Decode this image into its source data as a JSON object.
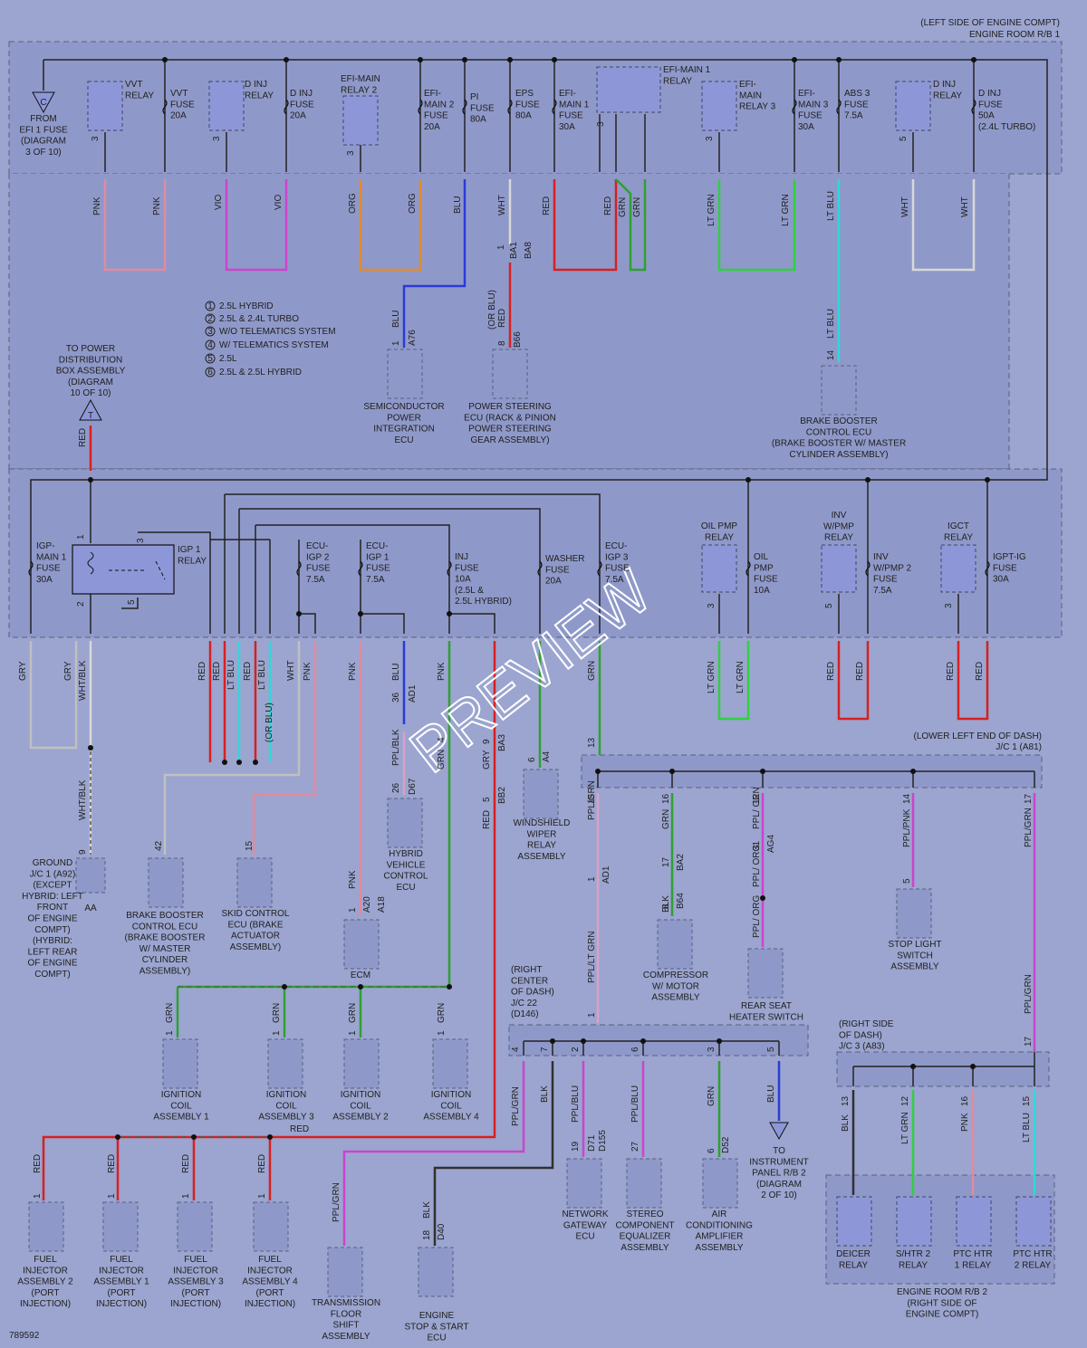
{
  "header": {
    "location": "(LEFT SIDE OF ENGINE COMPT)",
    "box_name": "ENGINE ROOM R/B 1"
  },
  "top_row": {
    "from_label": [
      "FROM",
      "EFI 1 FUSE",
      "(DIAGRAM",
      "3 OF 10)"
    ],
    "from_connector": "C",
    "vvt_relay": [
      "VVT",
      "RELAY"
    ],
    "vvt_fuse": [
      "VVT",
      "FUSE",
      "20A"
    ],
    "dinj_relay": [
      "D INJ",
      "RELAY"
    ],
    "dinj_fuse": [
      "D INJ",
      "FUSE",
      "20A"
    ],
    "efi_main_relay2": [
      "EFI-MAIN",
      "RELAY 2"
    ],
    "efi_main2_fuse": [
      "EFI-",
      "MAIN 2",
      "FUSE",
      "20A"
    ],
    "pi_fuse": [
      "PI",
      "FUSE",
      "80A"
    ],
    "eps_fuse": [
      "EPS",
      "FUSE",
      "80A"
    ],
    "efi_main1_fuse": [
      "EFI-",
      "MAIN 1",
      "FUSE",
      "30A"
    ],
    "efi_main1_relay": [
      "EFI-MAIN 1",
      "RELAY"
    ],
    "efi_main_relay3": [
      "EFI-",
      "MAIN",
      "RELAY 3"
    ],
    "efi_main3_fuse": [
      "EFI-",
      "MAIN 3",
      "FUSE",
      "30A"
    ],
    "abs3_fuse": [
      "ABS 3",
      "FUSE",
      "7.5A"
    ],
    "dinj_relay2": [
      "D INJ",
      "RELAY"
    ],
    "dinj_fuse2": [
      "D INJ",
      "FUSE",
      "50A",
      "(2.4L TURBO)"
    ]
  },
  "wire_colors": {
    "pnk": "PNK",
    "vio": "VIO",
    "org": "ORG",
    "blu": "BLU",
    "wht": "WHT",
    "red": "RED",
    "grn": "GRN",
    "lt_grn": "LT GRN",
    "lt_blu": "LT BLU",
    "gry": "GRY",
    "wht_blk": "WHT/BLK",
    "ppl_blk": "PPL/BLK",
    "ppl_grn": "PPL/GRN",
    "ppl_lt_grn": "PPL/LT GRN",
    "ppl_pnk": "PPL/PNK",
    "ppl_grn2": "PPL/ GRN",
    "ppl_org": "PPL/ ORG",
    "ppl_blu": "PPL/BLU",
    "blk": "BLK",
    "or_blu": "(OR BLU)",
    "or_blu_red": "(OR BLU) RED"
  },
  "legend": [
    {
      "num": "1",
      "text": "2.5L HYBRID"
    },
    {
      "num": "2",
      "text": "2.5L & 2.4L TURBO"
    },
    {
      "num": "3",
      "text": "W/O TELEMATICS SYSTEM"
    },
    {
      "num": "4",
      "text": "W/ TELEMATICS SYSTEM"
    },
    {
      "num": "5",
      "text": "2.5L"
    },
    {
      "num": "6",
      "text": "2.5L & 2.5L HYBRID"
    }
  ],
  "components_mid": {
    "semiconductor": [
      "SEMICONDUCTOR",
      "POWER",
      "INTEGRATION",
      "ECU"
    ],
    "power_steering": [
      "POWER STEERING",
      "ECU (RACK & PINION",
      "POWER STEERING",
      "GEAR ASSEMBLY)"
    ],
    "brake_booster_top": [
      "BRAKE BOOSTER",
      "CONTROL ECU",
      "(BRAKE BOOSTER W/ MASTER",
      "CYLINDER ASSEMBLY)"
    ],
    "to_power_dist": [
      "TO POWER",
      "DISTRIBUTION",
      "BOX ASSEMBLY",
      "(DIAGRAM",
      "10 OF 10)"
    ],
    "to_power_dist_connector": "T"
  },
  "second_row": {
    "igp_main1": [
      "IGP-",
      "MAIN 1",
      "FUSE",
      "30A"
    ],
    "igp1_relay": [
      "IGP 1",
      "RELAY"
    ],
    "ecu_igp2": [
      "ECU-",
      "IGP 2",
      "FUSE",
      "7.5A"
    ],
    "ecu_igp1": [
      "ECU-",
      "IGP 1",
      "FUSE",
      "7.5A"
    ],
    "inj_fuse": [
      "INJ",
      "FUSE",
      "10A",
      "(2.5L &",
      "2.5L HYBRID)"
    ],
    "washer_fuse": [
      "WASHER",
      "FUSE",
      "20A"
    ],
    "ecu_igp3": [
      "ECU-",
      "IGP 3",
      "FUSE",
      "7.5A"
    ],
    "oil_pmp_relay": [
      "OIL PMP",
      "RELAY"
    ],
    "oil_pmp_fuse": [
      "OIL",
      "PMP",
      "FUSE",
      "10A"
    ],
    "inv_wpmp_relay": [
      "INV",
      "W/PMP",
      "RELAY"
    ],
    "inv_wpmp2_fuse": [
      "INV",
      "W/PMP 2",
      "FUSE",
      "7.5A"
    ],
    "igct_relay": [
      "IGCT",
      "RELAY"
    ],
    "igpt_ig_fuse": [
      "IGPT-IG",
      "FUSE",
      "30A"
    ]
  },
  "jc1": {
    "loc": "(LOWER LEFT END OF DASH)",
    "name": "J/C 1 (A81)"
  },
  "jc22": {
    "loc": [
      "(RIGHT",
      "CENTER",
      "OF DASH)",
      "J/C 22",
      "(D146)"
    ]
  },
  "jc3": {
    "loc": [
      "(RIGHT SIDE",
      "OF DASH)",
      "J/C 3 (A83)"
    ]
  },
  "rb2": {
    "name": [
      "ENGINE ROOM R/B 2",
      "(RIGHT SIDE OF",
      "ENGINE COMPT)"
    ]
  },
  "lower_components": {
    "ground": [
      "GROUND",
      "J/C 1 (A92)",
      "(EXCEPT",
      "HYBRID: LEFT",
      "FRONT",
      "OF ENGINE",
      "COMPT)",
      "(HYBRID:",
      "LEFT REAR",
      "OF ENGINE",
      "COMPT)"
    ],
    "ground_conn": "AA",
    "brake_booster": [
      "BRAKE BOOSTER",
      "CONTROL ECU",
      "(BRAKE BOOSTER",
      "W/ MASTER",
      "CYLINDER",
      "ASSEMBLY)"
    ],
    "skid": [
      "SKID CONTROL",
      "ECU (BRAKE",
      "ACTUATOR",
      "ASSEMBLY)"
    ],
    "hybrid_ecu": [
      "HYBRID",
      "VEHICLE",
      "CONTROL",
      "ECU"
    ],
    "wiper": [
      "WINDSHIELD",
      "WIPER",
      "RELAY",
      "ASSEMBLY"
    ],
    "ecm": [
      "ECM"
    ],
    "compressor": [
      "COMPRESSOR",
      "W/ MOTOR",
      "ASSEMBLY"
    ],
    "rear_seat": [
      "REAR SEAT",
      "HEATER SWITCH"
    ],
    "stop_light": [
      "STOP LIGHT",
      "SWITCH",
      "ASSEMBLY"
    ],
    "coil1": [
      "IGNITION",
      "COIL",
      "ASSEMBLY 1"
    ],
    "coil3": [
      "IGNITION",
      "COIL",
      "ASSEMBLY 3"
    ],
    "coil2": [
      "IGNITION",
      "COIL",
      "ASSEMBLY 2"
    ],
    "coil4": [
      "IGNITION",
      "COIL",
      "ASSEMBLY 4"
    ],
    "inj2": [
      "FUEL",
      "INJECTOR",
      "ASSEMBLY 2",
      "(PORT",
      "INJECTION)"
    ],
    "inj1": [
      "FUEL",
      "INJECTOR",
      "ASSEMBLY 1",
      "(PORT",
      "INJECTION)"
    ],
    "inj3": [
      "FUEL",
      "INJECTOR",
      "ASSEMBLY 3",
      "(PORT",
      "INJECTION)"
    ],
    "inj4": [
      "FUEL",
      "INJECTOR",
      "ASSEMBLY 4",
      "(PORT",
      "INJECTION)"
    ],
    "trans": [
      "TRANSMISSION",
      "FLOOR",
      "SHIFT",
      "ASSEMBLY"
    ],
    "engine_ss": [
      "ENGINE",
      "STOP & START",
      "ECU"
    ],
    "network": [
      "NETWORK",
      "GATEWAY",
      "ECU"
    ],
    "stereo": [
      "STEREO",
      "COMPONENT",
      "EQUALIZER",
      "ASSEMBLY"
    ],
    "aircon": [
      "AIR",
      "CONDITIONING",
      "AMPLIFIER",
      "ASSEMBLY"
    ],
    "to_ip": [
      "TO",
      "INSTRUMENT",
      "PANEL R/B 2",
      "(DIAGRAM",
      "2 OF 10)"
    ],
    "deicer": [
      "DEICER",
      "RELAY"
    ],
    "shtr2": [
      "S/HTR 2",
      "RELAY"
    ],
    "ptc1": [
      "PTC HTR",
      "1 RELAY"
    ],
    "ptc2": [
      "PTC HTR",
      "2 RELAY"
    ]
  },
  "connectors": {
    "a76": "A76",
    "b66": "B66",
    "ba1": "BA1",
    "ba8": "BA8",
    "ad1": "AD1",
    "ba3": "BA3",
    "bb2": "BB2",
    "d67": "D67",
    "a4": "A4",
    "a20": "A20",
    "a18": "A18",
    "ba2": "BA2",
    "b64": "B64",
    "ag4": "AG4",
    "d71": "D71",
    "d155": "D155",
    "d52": "D52",
    "d40": "D40"
  },
  "watermark": "PREVIEW",
  "doc_number": "789592",
  "colors": {
    "background": "#9ba5cf",
    "box": "#8f99c9",
    "component": "#8d97d8",
    "pnk": "#e08aa0",
    "vio": "#cc44cc",
    "org": "#e08a30",
    "blu": "#2a3ad8",
    "wht": "#d8d8d8",
    "red": "#d82020",
    "grn": "#30a030",
    "lt_grn": "#30d040",
    "lt_blu": "#30d8d8",
    "gry": "#c0c0c0",
    "blk": "#303030"
  }
}
